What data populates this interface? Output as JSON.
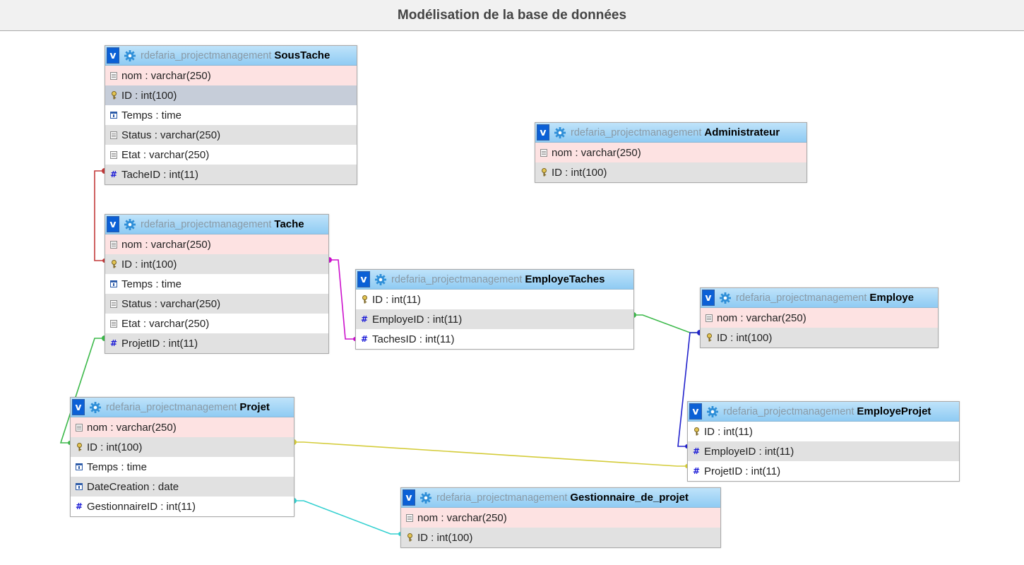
{
  "page": {
    "title": "Modélisation de la base de données"
  },
  "database": "rdefaria_projectmanagement",
  "colors": {
    "sousTache_tache": "#c23a3a",
    "tache_employeTaches": "#cc11cc",
    "projet_tache": "#3cb94a",
    "employeTaches_employe": "#3cb94a",
    "employe_employeProjet": "#2222cc",
    "projet_employeProjet": "#d4cc3a",
    "projet_gestionnaire": "#33d0d0"
  },
  "tables": {
    "soustache": {
      "db": "rdefaria_projectmanagement",
      "name": "SousTache",
      "fields": [
        {
          "label": "nom : varchar(250)",
          "icon": "text-icon"
        },
        {
          "label": "ID : int(100)",
          "icon": "key-icon"
        },
        {
          "label": "Temps : time",
          "icon": "time-icon"
        },
        {
          "label": "Status : varchar(250)",
          "icon": "text-icon"
        },
        {
          "label": "Etat : varchar(250)",
          "icon": "text-icon"
        },
        {
          "label": "TacheID : int(11)",
          "icon": "number-icon"
        }
      ]
    },
    "tache": {
      "db": "rdefaria_projectmanagement",
      "name": "Tache",
      "fields": [
        {
          "label": "nom : varchar(250)",
          "icon": "text-icon"
        },
        {
          "label": "ID : int(100)",
          "icon": "key-icon"
        },
        {
          "label": "Temps : time",
          "icon": "time-icon"
        },
        {
          "label": "Status : varchar(250)",
          "icon": "text-icon"
        },
        {
          "label": "Etat : varchar(250)",
          "icon": "text-icon"
        },
        {
          "label": "ProjetID : int(11)",
          "icon": "number-icon"
        }
      ]
    },
    "projet": {
      "db": "rdefaria_projectmanagement",
      "name": "Projet",
      "fields": [
        {
          "label": "nom : varchar(250)",
          "icon": "text-icon"
        },
        {
          "label": "ID : int(100)",
          "icon": "key-icon"
        },
        {
          "label": "Temps : time",
          "icon": "time-icon"
        },
        {
          "label": "DateCreation : date",
          "icon": "time-icon"
        },
        {
          "label": "GestionnaireID : int(11)",
          "icon": "number-icon"
        }
      ]
    },
    "administrateur": {
      "db": "rdefaria_projectmanagement",
      "name": "Administrateur",
      "fields": [
        {
          "label": "nom : varchar(250)",
          "icon": "text-icon"
        },
        {
          "label": "ID : int(100)",
          "icon": "key-icon"
        }
      ]
    },
    "employetaches": {
      "db": "rdefaria_projectmanagement",
      "name": "EmployeTaches",
      "fields": [
        {
          "label": "ID : int(11)",
          "icon": "key-icon"
        },
        {
          "label": "EmployeID : int(11)",
          "icon": "number-icon"
        },
        {
          "label": "TachesID : int(11)",
          "icon": "number-icon"
        }
      ]
    },
    "employe": {
      "db": "rdefaria_projectmanagement",
      "name": "Employe",
      "fields": [
        {
          "label": "nom : varchar(250)",
          "icon": "text-icon"
        },
        {
          "label": "ID : int(100)",
          "icon": "key-icon"
        }
      ]
    },
    "employeprojet": {
      "db": "rdefaria_projectmanagement",
      "name": "EmployeProjet",
      "fields": [
        {
          "label": "ID : int(11)",
          "icon": "key-icon"
        },
        {
          "label": "EmployeID : int(11)",
          "icon": "number-icon"
        },
        {
          "label": "ProjetID : int(11)",
          "icon": "number-icon"
        }
      ]
    },
    "gestionnaire": {
      "db": "rdefaria_projectmanagement",
      "name": "Gestionnaire_de_projet",
      "fields": [
        {
          "label": "nom : varchar(250)",
          "icon": "text-icon"
        },
        {
          "label": "ID : int(100)",
          "icon": "key-icon"
        }
      ]
    }
  }
}
